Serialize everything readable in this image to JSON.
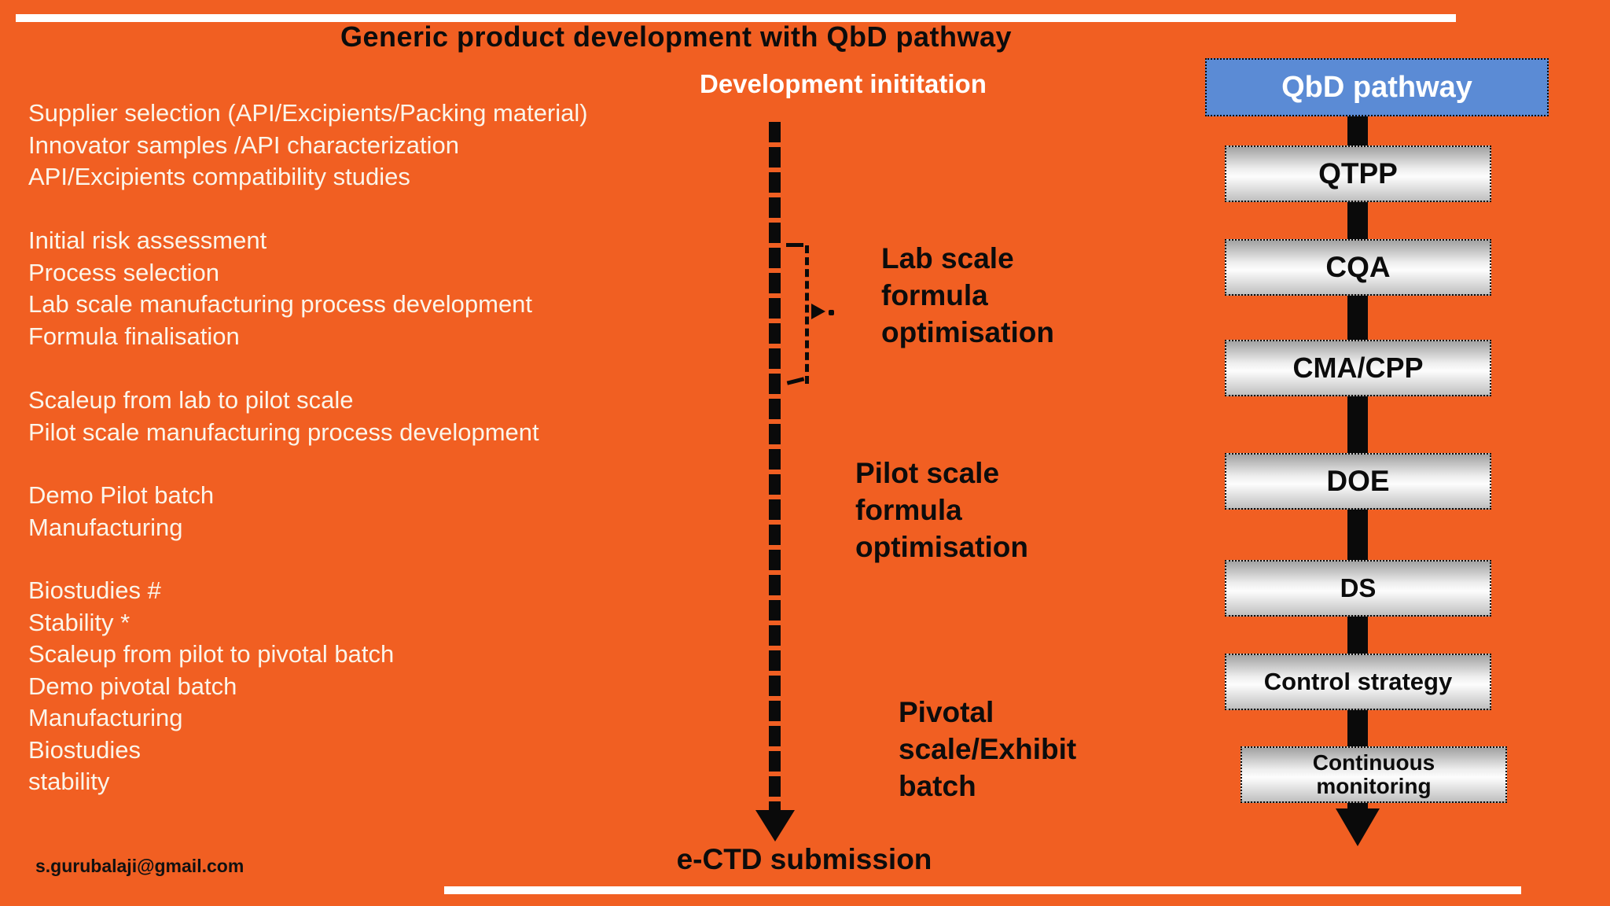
{
  "title": "Generic product development with QbD pathway",
  "colors": {
    "background_orange": "#F15F22",
    "qbd_header_blue": "#5B8BD5",
    "box_gray_light": "#FDFDFD",
    "box_gray_dark": "#A2A2A2",
    "left_text": "#FBF5EA",
    "line_white": "#FFFFFF",
    "arrow_black": "#0A0A0A"
  },
  "left_blocks": [
    {
      "lines": [
        "Supplier selection (API/Excipients/Packing material)",
        "Innovator samples /API characterization",
        "API/Excipients compatibility studies"
      ]
    },
    {
      "lines": [
        "Initial risk assessment",
        "Process selection",
        "Lab scale manufacturing process development",
        "Formula finalisation"
      ]
    },
    {
      "lines": [
        "Scaleup from lab to pilot scale",
        "Pilot scale manufacturing process development"
      ]
    },
    {
      "lines": [
        "Demo Pilot batch",
        "Manufacturing"
      ]
    },
    {
      "lines": [
        "Biostudies #",
        "Stability *",
        "Scaleup from pilot to pivotal batch",
        "Demo pivotal batch",
        "Manufacturing",
        "Biostudies",
        "stability"
      ]
    }
  ],
  "center": {
    "start_label": "Development inititation",
    "end_label": "e-CTD submission",
    "stages": [
      {
        "lines": [
          "Lab scale",
          "formula",
          "optimisation"
        ]
      },
      {
        "lines": [
          "Pilot scale",
          "formula",
          "optimisation"
        ]
      },
      {
        "lines": [
          "Pivotal",
          "scale/Exhibit",
          "batch"
        ]
      }
    ]
  },
  "qbd": {
    "header": "QbD pathway",
    "boxes": [
      {
        "label": "QTPP"
      },
      {
        "label": "CQA"
      },
      {
        "label": "CMA/CPP"
      },
      {
        "label": "DOE"
      },
      {
        "label": "DS"
      },
      {
        "label": "Control strategy"
      },
      {
        "label": "Continuous monitoring"
      }
    ]
  },
  "footer": {
    "email": "s.gurubalaji@gmail.com"
  }
}
